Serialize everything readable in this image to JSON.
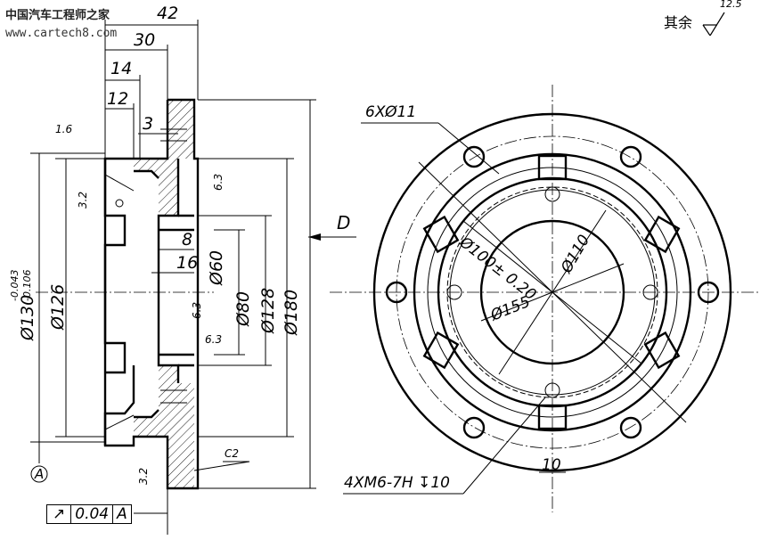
{
  "watermark": {
    "title": "中国汽车工程师之家",
    "url": "www.cartech8.com"
  },
  "roughness": {
    "rest_label": "其余",
    "rest_value": "12.5"
  },
  "dims": {
    "d42": "42",
    "d30": "30",
    "d14": "14",
    "d12": "12",
    "d3": "3",
    "d8": "8",
    "d16": "16",
    "phi60": "Ø60",
    "phi80": "Ø80",
    "phi128": "Ø128",
    "phi180": "Ø180",
    "phi126": "Ø126",
    "phi130": "Ø130",
    "tol_upper": "-0.043",
    "tol_lower": "-0.106",
    "r16": "1.6",
    "r32a": "3.2",
    "r63a": "6.3",
    "r63b": "6.3",
    "r63c": "6.3",
    "r32b": "3.2",
    "chamfer": "C2",
    "datum": "A",
    "view_arrow": "D",
    "holes": "6XØ11",
    "pcd100": "Ø100± 0.20",
    "phi110": "Ø110",
    "phi155": "Ø155",
    "threads": "4XM6-7H",
    "depth": "↧10",
    "slot": "10"
  },
  "tolerance_frame": {
    "symbol": "↗",
    "value": "0.04",
    "datum": "A"
  }
}
